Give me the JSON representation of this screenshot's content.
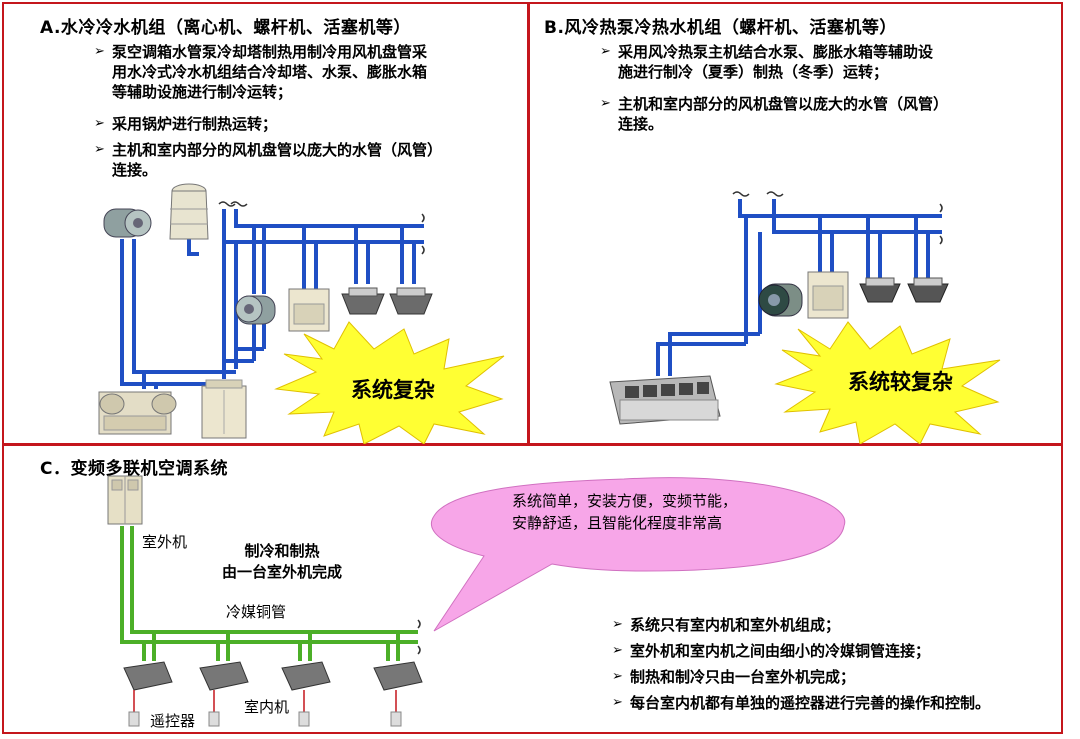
{
  "panel_a": {
    "title": "A.水冷冷水机组（离心机、螺杆机、活塞机等）",
    "bullets": [
      {
        "lines": [
          "泵空调箱水管泵冷却塔制热用制冷用风机盘管采",
          "用水冷式冷水机组结合冷却塔、水泵、膨胀水箱",
          "等辅助设施进行制冷运转；"
        ]
      },
      {
        "lines": [
          "采用锅炉进行制热运转；"
        ]
      },
      {
        "lines": [
          "主机和室内部分的风机盘管以庞大的水管（风管）",
          "连接。"
        ]
      }
    ],
    "burst": "系统复杂"
  },
  "panel_b": {
    "title": "B.风冷热泵冷热水机组（螺杆机、活塞机等）",
    "bullets": [
      {
        "lines": [
          "采用风冷热泵主机结合水泵、膨胀水箱等辅助设",
          "施进行制冷（夏季）制热（冬季）运转；"
        ]
      },
      {
        "lines": [
          "主机和室内部分的风机盘管以庞大的水管（风管）",
          "连接。"
        ]
      }
    ],
    "burst": "系统较复杂"
  },
  "panel_c": {
    "title": "C．变频多联机空调系统",
    "outdoor_label": "室外机",
    "center_text": [
      "制冷和制热",
      "由一台室外机完成"
    ],
    "pipe_label": "冷媒铜管",
    "remote_label": "遥控器",
    "indoor_label": "室内机",
    "bubble_lines": [
      "系统简单，安装方便，变频节能，",
      "安静舒适，且智能化程度非常高"
    ],
    "bullets": [
      "系统只有室内机和室外机组成；",
      "室外机和室内机之间由细小的冷媒铜管连接；",
      "制热和制冷只由一台室外机完成；",
      "每台室内机都有单独的遥控器进行完善的操作和控制。"
    ]
  },
  "colors": {
    "border": "#c4161c",
    "water_pipe": "#1f4fc4",
    "refrigerant_pipe": "#4caf28",
    "burst": "#ffff33",
    "bubble": "#f7a6e8"
  },
  "icons": [
    "bullet-arrow-icon",
    "pipe-break-icon"
  ]
}
